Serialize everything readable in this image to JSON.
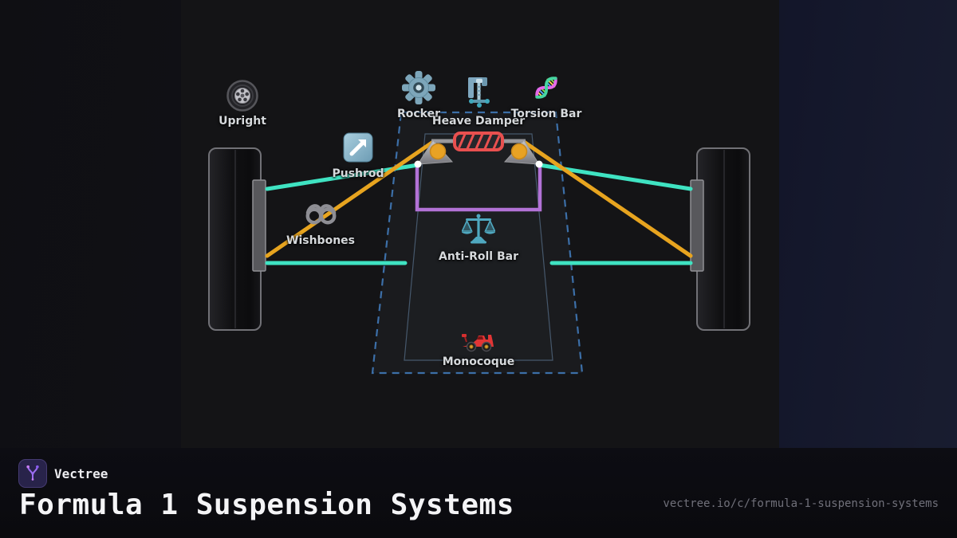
{
  "brand": {
    "name": "Vectree",
    "url": "vectree.io/c/formula-1-suspension-systems"
  },
  "title": "Formula 1 Suspension Systems",
  "diagram": {
    "labels": {
      "upright": "Upright",
      "rocker": "Rocker",
      "heave_damper": "Heave Damper",
      "torsion_bar": "Torsion Bar",
      "pushrod": "Pushrod",
      "wishbones": "Wishbones",
      "anti_roll_bar": "Anti-Roll Bar",
      "monocoque": "Monocoque"
    },
    "icons": {
      "upright": "tire-icon",
      "rocker": "gear-icon",
      "heave_damper": "clamp-icon",
      "torsion_bar": "dna-icon",
      "pushrod": "arrow-up-right-icon",
      "wishbones": "double-loop-icon",
      "anti_roll_bar": "balance-scale-icon",
      "monocoque": "race-car-icon",
      "brand": "vector-branch-icon"
    },
    "colors": {
      "wishbone_link": "#3fe3c2",
      "pushrod_link": "#e7a41f",
      "heave_spring": "#e8504f",
      "torsion_bar": "#b272d6",
      "monocoque_outline": "#3c6fa8",
      "inner_shell_outline": "#46586c",
      "rocker_pivot": "#e8a224",
      "pivot_dot": "#ffffff",
      "metal_bar": "#98989c"
    }
  }
}
